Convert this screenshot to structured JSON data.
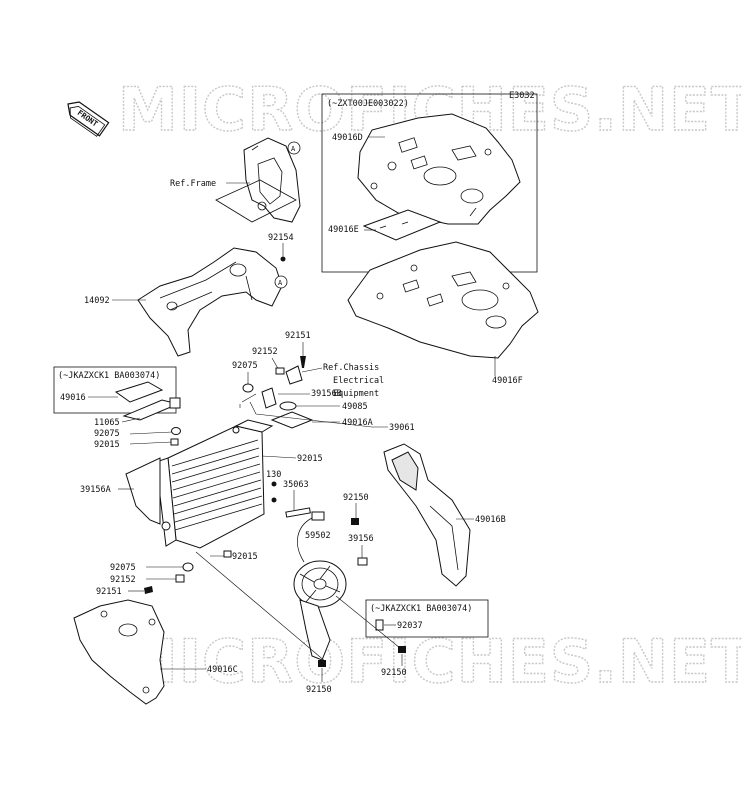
{
  "diagram_code": "E3032",
  "front_label": "FRONT",
  "watermark": "MICROFICHES.NET",
  "callout_letter": "A",
  "labels": {
    "l_zxt": "(~ZXT00JE003022)",
    "l_49016D": "49016D",
    "l_49016E": "49016E",
    "l_49016F": "49016F",
    "l_refframe": "Ref.Frame",
    "l_92154": "92154",
    "l_14092": "14092",
    "l_92151a": "92151",
    "l_92152a": "92152",
    "l_92075a": "92075",
    "l_refchassis1": "Ref.Chassis",
    "l_refchassis2": "Electrical",
    "l_refchassis3": "Equipment",
    "l_jkaz1": "(~JKAZXCK1 BA003074)",
    "l_49016": "49016",
    "l_39156B": "39156B",
    "l_49085": "49085",
    "l_49016A": "49016A",
    "l_39061": "39061",
    "l_11065": "11065",
    "l_92075b": "92075",
    "l_92015a": "92015",
    "l_92015b": "92015",
    "l_130": "130",
    "l_35063": "35063",
    "l_39156A": "39156A",
    "l_92150a": "92150",
    "l_49016B": "49016B",
    "l_59502": "59502",
    "l_39156": "39156",
    "l_92015c": "92015",
    "l_92075c": "92075",
    "l_92152b": "92152",
    "l_92151b": "92151",
    "l_jkaz2": "(~JKAZXCK1 BA003074)",
    "l_92037": "92037",
    "l_49016C": "49016C",
    "l_92150b": "92150",
    "l_92150c": "92150"
  }
}
